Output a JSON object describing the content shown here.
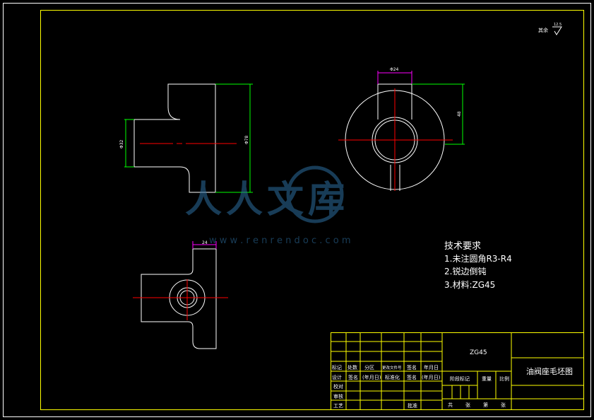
{
  "drawing": {
    "corner_symbol_label": "其余",
    "corner_symbol_value": "12.5",
    "watermark_text": "人人文库",
    "watermark_url": "w w w . r e n r e n d o c . c o m"
  },
  "dimensions": {
    "side_view_left_dia": "Φ32",
    "side_view_right_dia": "Φ78",
    "top_view_width": "Φ24",
    "top_view_height": "48",
    "bottom_view_width": "24"
  },
  "requirements": {
    "title": "技术要求",
    "items": [
      "1.未注圆角R3-R4",
      "2.锐边倒钝",
      "3.材料:ZG45"
    ]
  },
  "title_block": {
    "material": "ZG45",
    "drawing_name": "油阀座毛坯图",
    "row_marks": [
      "标记",
      "处数",
      "分区",
      "更改文件号",
      "签名",
      "年月日"
    ],
    "row_design": [
      "设计",
      "签名",
      "(年月日)",
      "标准化",
      "签名",
      "(年月日)"
    ],
    "label_check": "校对",
    "label_review": "审核",
    "label_process": "工艺",
    "label_approve": "批准",
    "label_stage": "阶段标记",
    "label_weight": "重量",
    "label_scale": "比例",
    "label_total": "共",
    "label_sheets": "张",
    "label_page": "第",
    "label_sheet2": "张"
  }
}
